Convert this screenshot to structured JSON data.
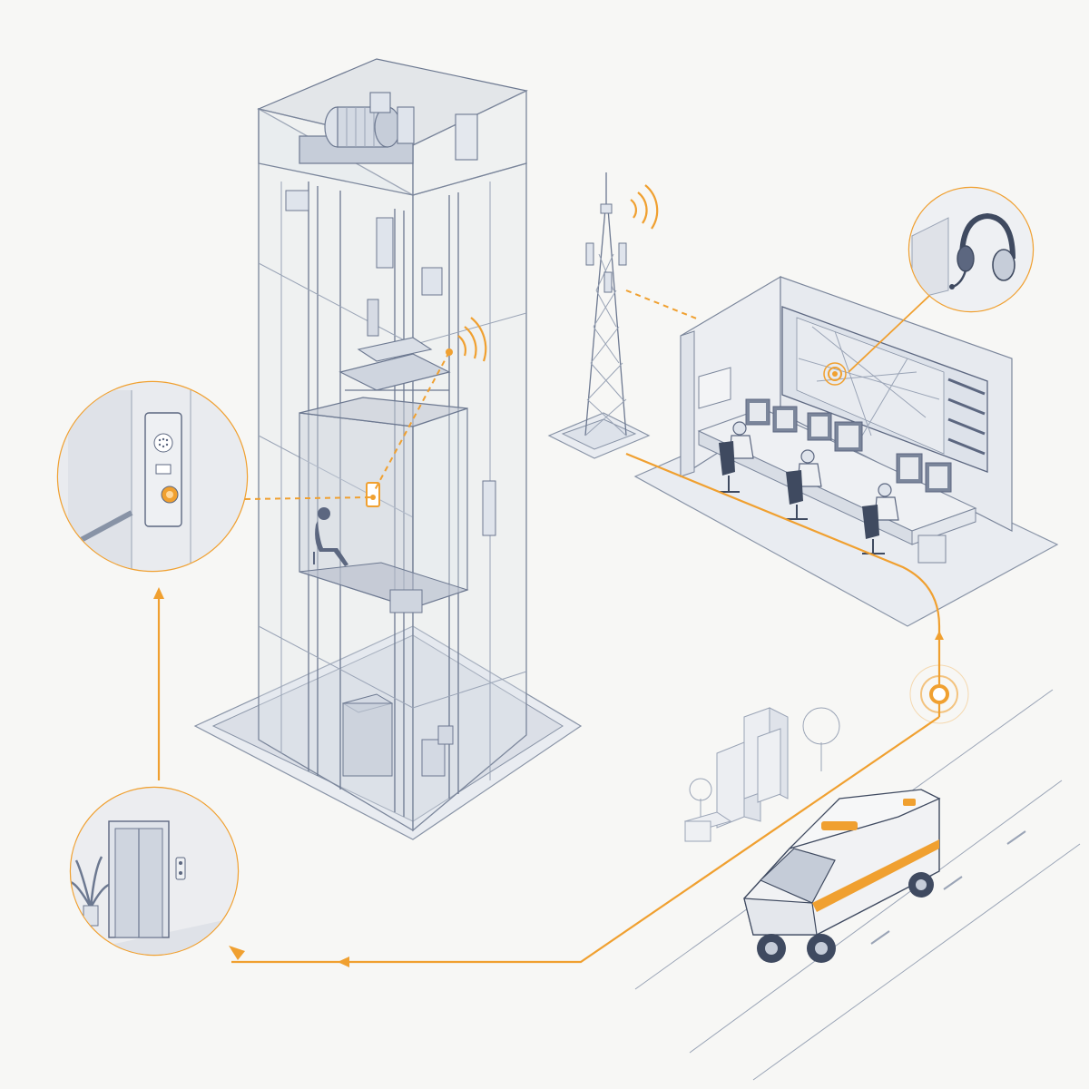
{
  "scene": {
    "type": "emergency-elevator-alarm-workflow",
    "colors": {
      "accent": "#f0a030",
      "line": "#6c7890",
      "background": "#f7f7f5"
    },
    "callouts": [
      {
        "name": "elevator-alarm-button-detail",
        "icon": "alarm-button-icon"
      },
      {
        "name": "operator-headset-detail",
        "icon": "headset-icon"
      },
      {
        "name": "elevator-landing-detail",
        "icon": "elevator-door-icon"
      }
    ],
    "components": [
      "elevator-shaft",
      "trapped-passenger",
      "cell-tower",
      "monitoring-center",
      "service-van",
      "city-buildings"
    ]
  }
}
